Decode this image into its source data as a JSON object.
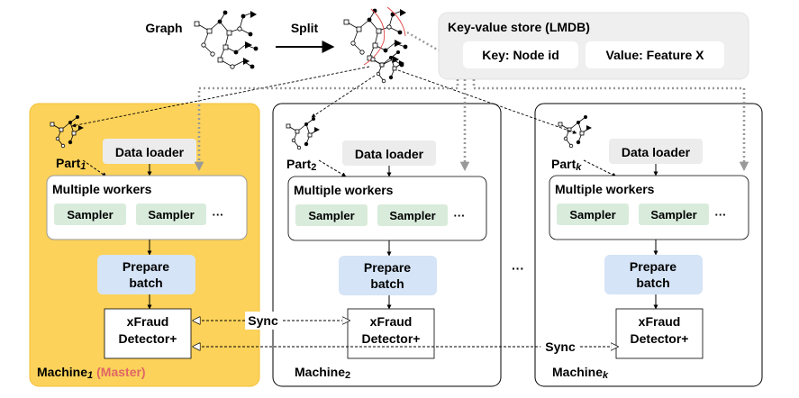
{
  "top": {
    "graph_label": "Graph",
    "split_label": "Split"
  },
  "kv_store": {
    "title": "Key-value store (LMDB)",
    "key": "Key: Node id",
    "value": "Value: Feature X"
  },
  "machines": [
    {
      "part_prefix": "Part",
      "part_sub": "1",
      "name_prefix": "Machine",
      "name_sub": "1",
      "master": "(Master)",
      "data_loader": "Data loader",
      "workers_title": "Multiple workers",
      "sampler1": "Sampler",
      "sampler2": "Sampler",
      "more": "···",
      "prepare1": "Prepare",
      "prepare2": "batch",
      "detector1": "xFraud",
      "detector2": "Detector+"
    },
    {
      "part_prefix": "Part",
      "part_sub": "2",
      "name_prefix": "Machine",
      "name_sub": "2",
      "data_loader": "Data loader",
      "workers_title": "Multiple workers",
      "sampler1": "Sampler",
      "sampler2": "Sampler",
      "more": "···",
      "prepare1": "Prepare",
      "prepare2": "batch",
      "detector1": "xFraud",
      "detector2": "Detector+"
    },
    {
      "part_prefix": "Part",
      "part_sub": "k",
      "name_prefix": "Machine",
      "name_sub": "k",
      "data_loader": "Data loader",
      "workers_title": "Multiple workers",
      "sampler1": "Sampler",
      "sampler2": "Sampler",
      "more": "···",
      "prepare1": "Prepare",
      "prepare2": "batch",
      "detector1": "xFraud",
      "detector2": "Detector+"
    }
  ],
  "between_ellipsis": "···",
  "sync": [
    "Sync",
    "Sync"
  ],
  "colors": {
    "master_bg": "#fcd25a",
    "data_loader_bg": "#ececec",
    "sampler_bg": "#d9ecdc",
    "prepare_bg": "#d5e4f7",
    "kv_bg": "#efefef",
    "master_label": "#e06666",
    "split_red": "#e04040"
  }
}
